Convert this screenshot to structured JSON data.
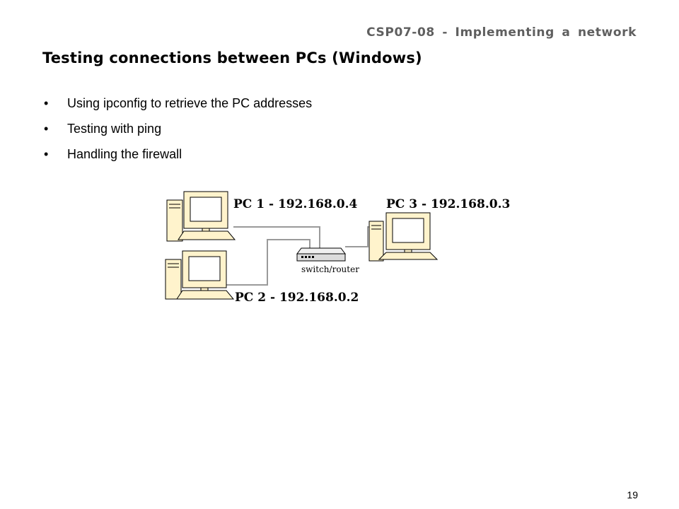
{
  "header": {
    "course": "CSP07-08 - Implementing a network"
  },
  "slide": {
    "title": "Testing connections between PCs (Windows)",
    "bullets": [
      "Using ipconfig to retrieve the PC addresses",
      "Testing with ping",
      "Handling the firewall"
    ]
  },
  "diagram": {
    "pc1_label": "PC 1 - 192.168.0.4",
    "pc2_label": "PC 2 - 192.168.0.2",
    "pc3_label": "PC 3 - 192.168.0.3",
    "switch_label": "switch/router",
    "colors": {
      "computer_fill": "#fff3cc",
      "cable": "#9a9a9a",
      "switch_fill": "#dcdcdc"
    },
    "icons": [
      "computer-icon",
      "switch-router-icon"
    ]
  },
  "footer": {
    "page_number": "19"
  }
}
